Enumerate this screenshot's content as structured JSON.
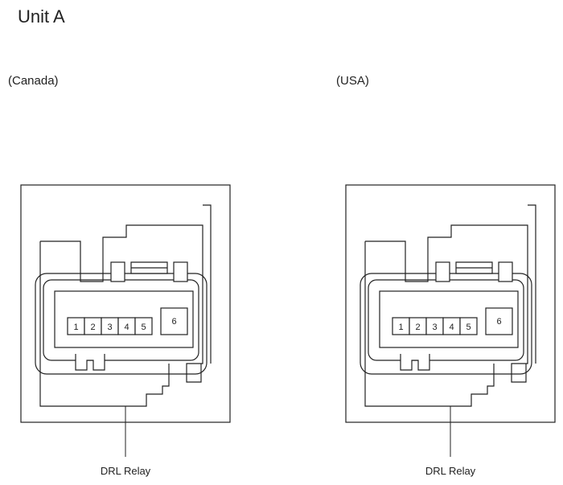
{
  "title": "Unit A",
  "connectors": [
    {
      "region": "(Canada)",
      "pins": [
        "1",
        "2",
        "3",
        "4",
        "5",
        "6"
      ],
      "label": "DRL Relay"
    },
    {
      "region": "(USA)",
      "pins": [
        "1",
        "2",
        "3",
        "4",
        "5",
        "6"
      ],
      "label": "DRL Relay"
    }
  ]
}
